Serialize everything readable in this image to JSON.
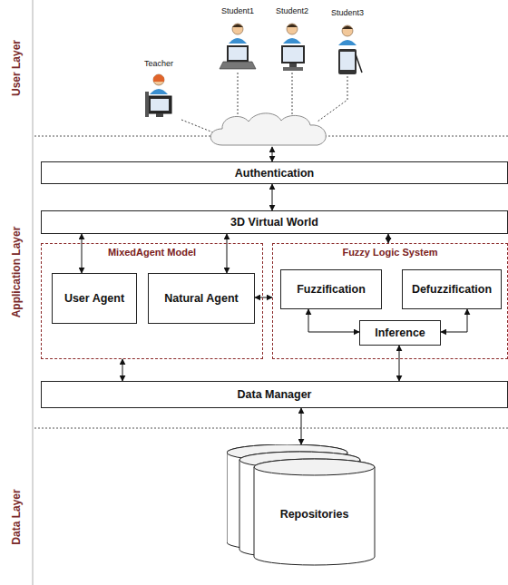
{
  "diagram": {
    "nodes": [
      {
        "text": [
          "Authentication"
        ]
      },
      {
        "text": [
          "3D Virtual World"
        ]
      },
      {
        "text": [
          "MixedAgent Model"
        ]
      },
      {
        "text": [
          "User Agent"
        ],
        "in": 2
      },
      {
        "text": [
          "Natural Agent"
        ],
        "in": 2
      },
      {
        "text": [
          "Fuzzy Logic System"
        ]
      },
      {
        "text": [
          "Fuzzification"
        ],
        "in": 5
      },
      {
        "text": [
          "Defuzzification"
        ],
        "in": 5
      },
      {
        "text": [
          "Inference"
        ],
        "in": 5
      },
      {
        "text": [
          "Data Manager"
        ]
      },
      {
        "text": [
          "Repositories"
        ]
      }
    ],
    "edges": [
      {
        "from": 0,
        "to": 1,
        "arrow": "both"
      },
      {
        "from": 1,
        "to": 3,
        "arrow": "both"
      },
      {
        "from": 1,
        "to": 4,
        "arrow": "both"
      },
      {
        "from": 1,
        "to": 5,
        "arrow": "both"
      },
      {
        "from": 4,
        "to": 5,
        "arrow": "both"
      },
      {
        "from": 6,
        "to": 8,
        "arrow": "both"
      },
      {
        "from": 7,
        "to": 8,
        "arrow": "both"
      },
      {
        "from": 2,
        "to": 9,
        "arrow": "both"
      },
      {
        "from": 8,
        "to": 9,
        "arrow": "both"
      },
      {
        "from": 9,
        "to": 10,
        "arrow": "both"
      }
    ],
    "labels": [
      "Student1",
      "Student2",
      "Student3",
      "Teacher",
      "User Layer",
      "Application Layer",
      "Data Layer"
    ]
  }
}
